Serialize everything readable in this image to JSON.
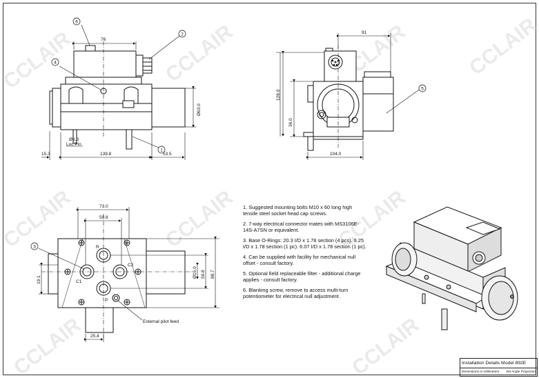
{
  "watermark": "CCLAIR",
  "side_view": {
    "dims": {
      "width_top": "76",
      "dia": "Ø63.0",
      "pin_dia": "Ø6.3",
      "loc_pin": "Loc Pin",
      "left": "15.3",
      "body": "139.8",
      "right": "53.5"
    },
    "balloons": [
      "6",
      "2",
      "4",
      "1"
    ]
  },
  "end_view": {
    "dims": {
      "width_top": "91",
      "height": "128.0",
      "mid": "36.0",
      "base": "104.0"
    },
    "balloons": [
      "5"
    ]
  },
  "plan_view": {
    "dims": {
      "outer": "73.0",
      "inner": "50.8",
      "left": "19.1",
      "v1": "Ø15.0",
      "v2": "50.8",
      "v3": "88.7",
      "bottom": "25.4"
    },
    "ports": [
      "R",
      "C2",
      "C1",
      "P"
    ],
    "balloons": [
      "3"
    ],
    "pilot_label": "External pilot feed"
  },
  "notes": [
    "1. Suggested mounting bolts M10 x 60 long high tensile steel socket head cap screws.",
    "2. 7-way electrical connector mates with MS3106E-14S-A7SN or equivalent.",
    "3. Base O-Rings: 20.3 I/D x 1.78 section (4 pcs). 9.25 I/D x 1.78 section (1 pc). 6.07 I/D x 1.78 section (1 pc).",
    "4. Can be supplied with facility for mechanical null offset - consult factory.",
    "5. Optional field replaceable filter - additional charge applies - consult factory.",
    "6. Blanking screw, remove to access multi-turn potentiometer for electrical null adjustment."
  ],
  "title_block": {
    "title": "Installation Details Model 892E",
    "units": "Dimensions in millimeters",
    "projection": "3rd Angle Projection"
  }
}
